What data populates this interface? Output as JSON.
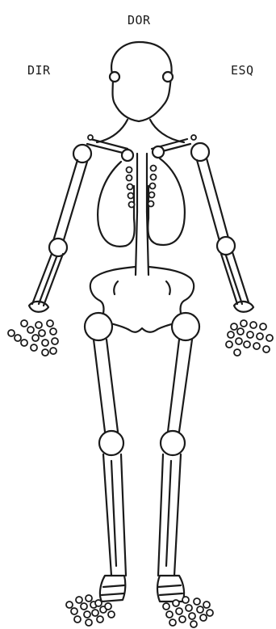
{
  "labels": {
    "top": "DOR",
    "left": "DIR",
    "right": "ESQ"
  },
  "figure": {
    "subject": "skeleton-front-view"
  },
  "colors": {
    "ink": "#1a1a1a",
    "background": "#ffffff"
  }
}
